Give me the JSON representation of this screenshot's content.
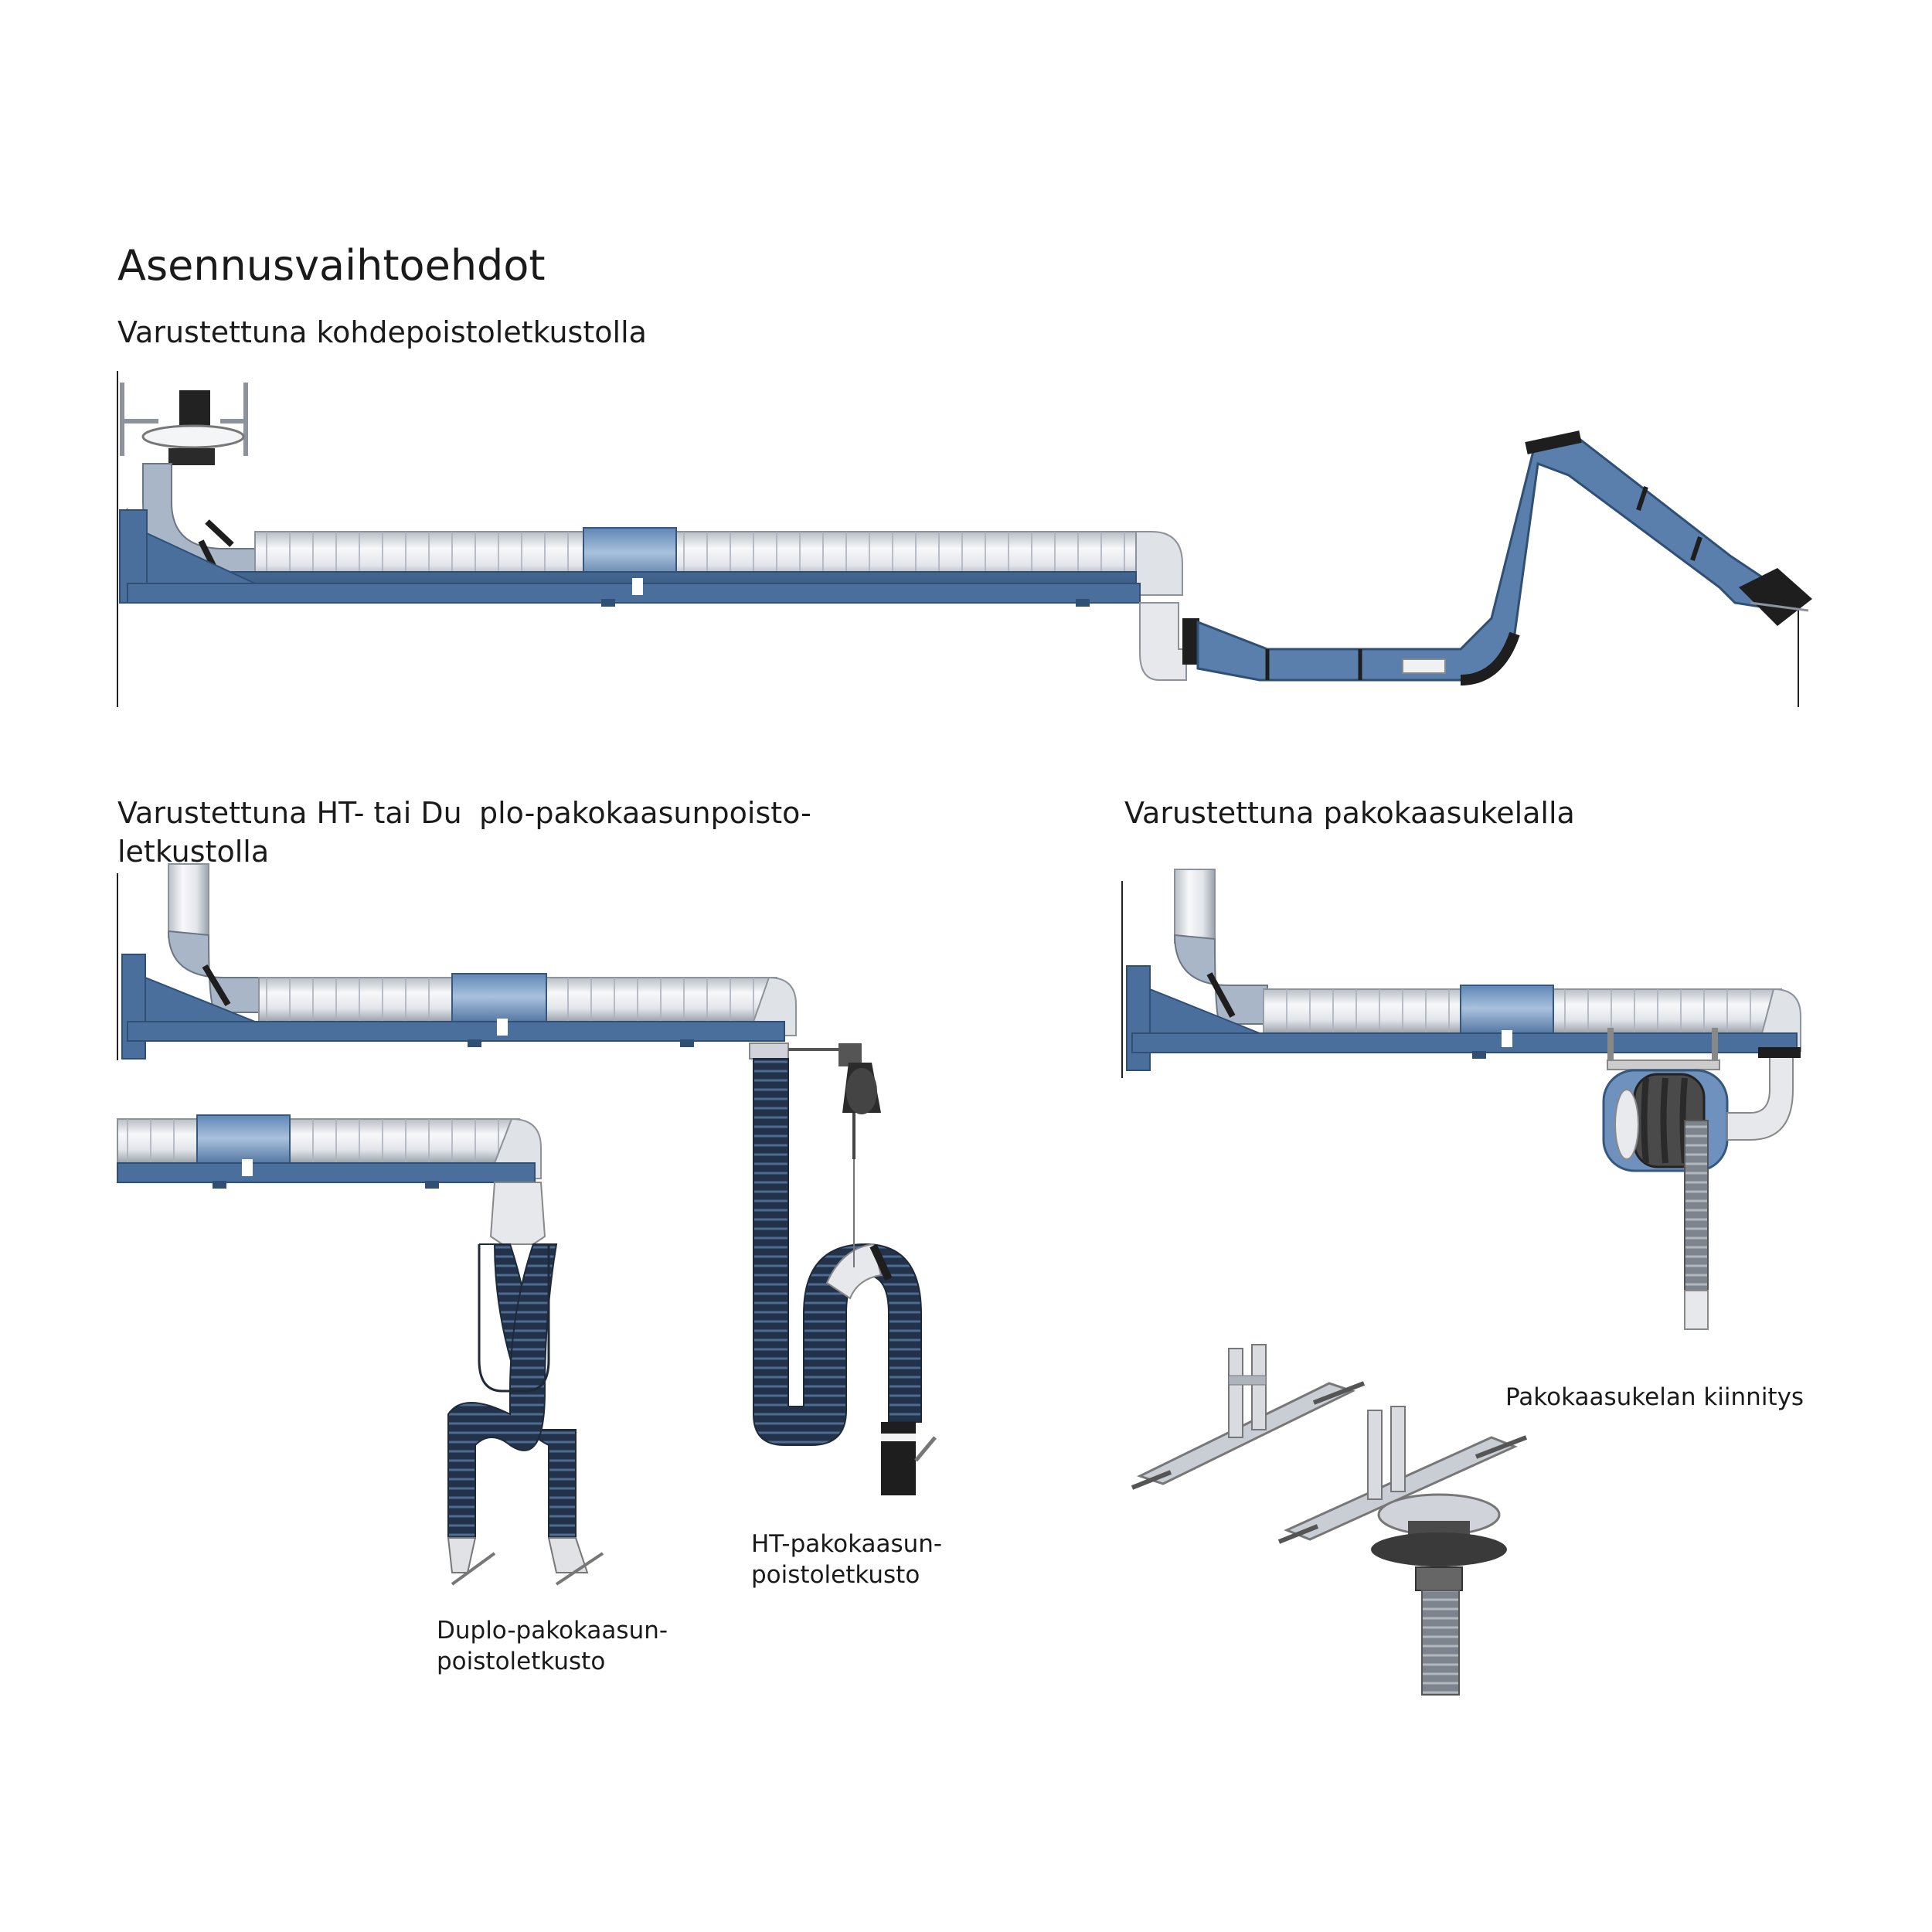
{
  "page": {
    "title": "Asennusvaihtoehdot"
  },
  "sections": {
    "top": {
      "heading": "Varustettuna kohdepoistoletkustolla"
    },
    "bottom_left": {
      "heading_part1": "Varustettuna HT- tai Du",
      "heading_part2": "plo-pakokaasunpoisto-",
      "heading_line2": "letkustolla"
    },
    "bottom_right": {
      "heading": "Varustettuna pakokaasukelalla"
    }
  },
  "captions": {
    "duplo_line1": "Duplo-pakokaasun-",
    "duplo_line2": "poistoletkusto",
    "ht_line1": "HT-pakokaasun-",
    "ht_line2": "poistoletkusto",
    "reel_mount": "Pakokaasukelan kiinnitys"
  },
  "colors": {
    "rail_blue": "#4a6f9c",
    "rail_dark": "#36587f",
    "pipe_light": "#e6e8ec",
    "pipe_rib": "#aab0ba",
    "hose_dark": "#22324a",
    "hose_rib": "#4f6b8f",
    "metal": "#b8bec6"
  }
}
